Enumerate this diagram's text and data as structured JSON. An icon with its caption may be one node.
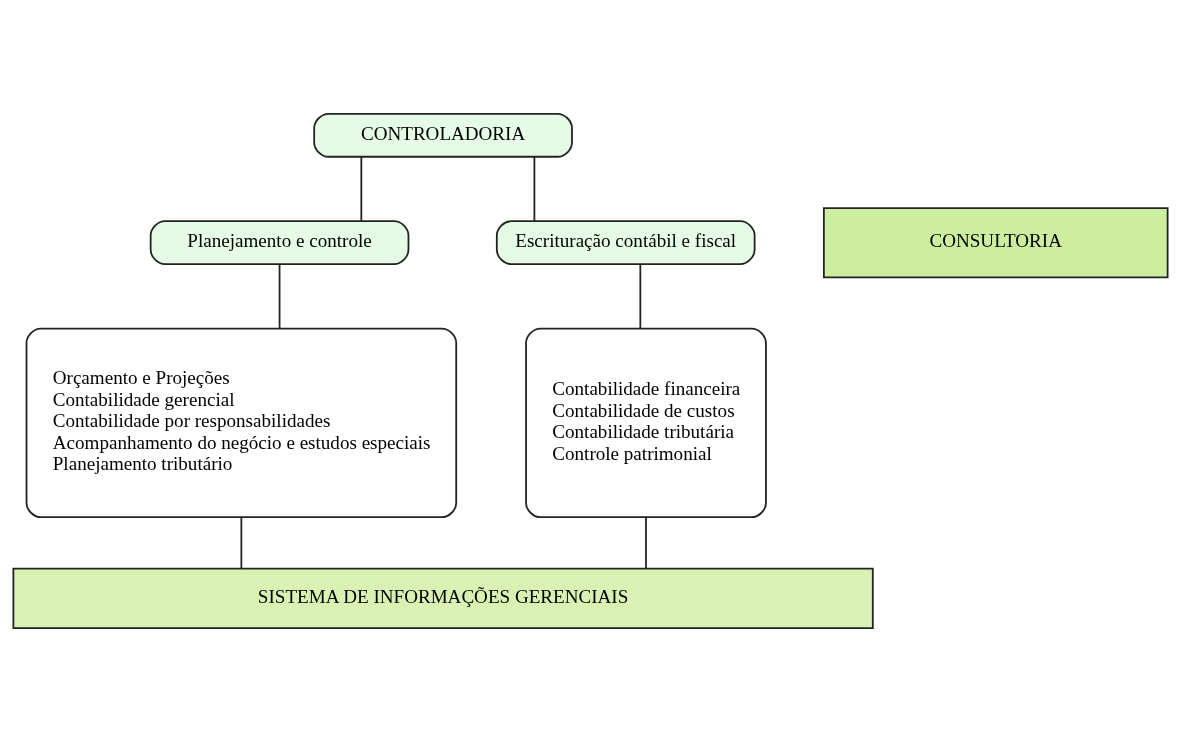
{
  "diagram": {
    "nodes": [
      {
        "text": [
          "CONTROLADORIA"
        ]
      },
      {
        "text": [
          "Planejamento e controle"
        ]
      },
      {
        "text": [
          "Escrituração contábil e fiscal"
        ]
      },
      {
        "text": [
          "CONSULTORIA"
        ]
      },
      {
        "text": [
          "Orçamento e Projeções",
          "Contabilidade gerencial",
          "Contabilidade por responsabilidades",
          "Acompanhamento do negócio e estudos especiais",
          "Planejamento tributário"
        ]
      },
      {
        "text": [
          "Contabilidade financeira",
          "Contabilidade de custos",
          "Contabilidade tributária",
          "Controle patrimonial"
        ]
      },
      {
        "text": [
          "SISTEMA DE INFORMAÇÕES GERENCIAIS"
        ]
      }
    ],
    "edges": [
      {
        "from": 0,
        "to": 1,
        "arrow": "none"
      },
      {
        "from": 0,
        "to": 2,
        "arrow": "none"
      },
      {
        "from": 1,
        "to": 4,
        "arrow": "none"
      },
      {
        "from": 2,
        "to": 5,
        "arrow": "none"
      },
      {
        "from": 4,
        "to": 6,
        "arrow": "none"
      },
      {
        "from": 5,
        "to": 6,
        "arrow": "none"
      }
    ]
  }
}
